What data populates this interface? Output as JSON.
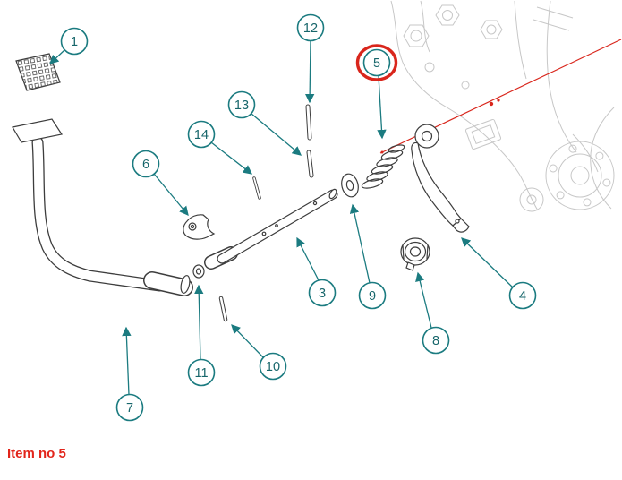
{
  "caption": {
    "text": "Item no 5"
  },
  "colors": {
    "callout_teal": "#1b7b80",
    "part_line": "#3d3d3d",
    "engine_line": "#c7c7c7",
    "highlight_red": "#d9261c",
    "caption_red": "#e2251b"
  },
  "highlight": {
    "item": "5"
  },
  "callouts": [
    {
      "label": "1"
    },
    {
      "label": "12"
    },
    {
      "label": "5",
      "highlighted": true
    },
    {
      "label": "13"
    },
    {
      "label": "14"
    },
    {
      "label": "6"
    },
    {
      "label": "3"
    },
    {
      "label": "9"
    },
    {
      "label": "4"
    },
    {
      "label": "8"
    },
    {
      "label": "10"
    },
    {
      "label": "11"
    },
    {
      "label": "7"
    }
  ]
}
